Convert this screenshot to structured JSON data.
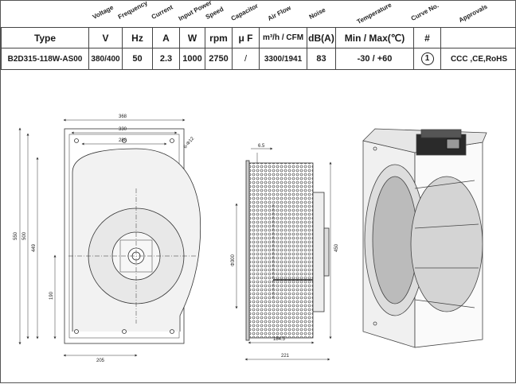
{
  "header_labels": {
    "voltage": "Voltage",
    "frequency": "Frequency",
    "current": "Current",
    "input_power": "Input Power",
    "speed": "Speed",
    "capacitor": "Capacitor",
    "air_flow": "Air Flow",
    "noise": "Noise",
    "temperature": "Temperature",
    "curve_no": "Curve No.",
    "approvals": "Approvals"
  },
  "units": {
    "type": "Type",
    "voltage": "V",
    "frequency": "Hz",
    "current": "A",
    "power": "W",
    "speed": "rpm",
    "capacitor": "μ F",
    "air_flow": "m³/h / CFM",
    "noise": "dB(A)",
    "temperature": "Min / Max(℃)",
    "curve": "#",
    "approvals": ""
  },
  "values": {
    "type": "B2D315-118W-AS00",
    "voltage": "380/400",
    "frequency": "50",
    "current": "2.3",
    "power": "1000",
    "speed": "2750",
    "capacitor": "/",
    "air_flow": "3300/1941",
    "noise": "83",
    "temperature": "-30 / +60",
    "curve": "1",
    "approvals": "CCC ,CE,RoHS"
  },
  "dimensions": {
    "front_width_outer": "368",
    "front_width_mid": "330",
    "front_width_inner": "280",
    "hole_spec": "6-Φ12",
    "height_outer": "550",
    "height_mid": "500",
    "height_inner": "449",
    "height_low": "190",
    "bottom_width": "205",
    "side_top": "6.5",
    "side_diameter": "Φ300",
    "side_height": "450",
    "side_depth_inner": "184.5",
    "side_depth_total": "221"
  }
}
